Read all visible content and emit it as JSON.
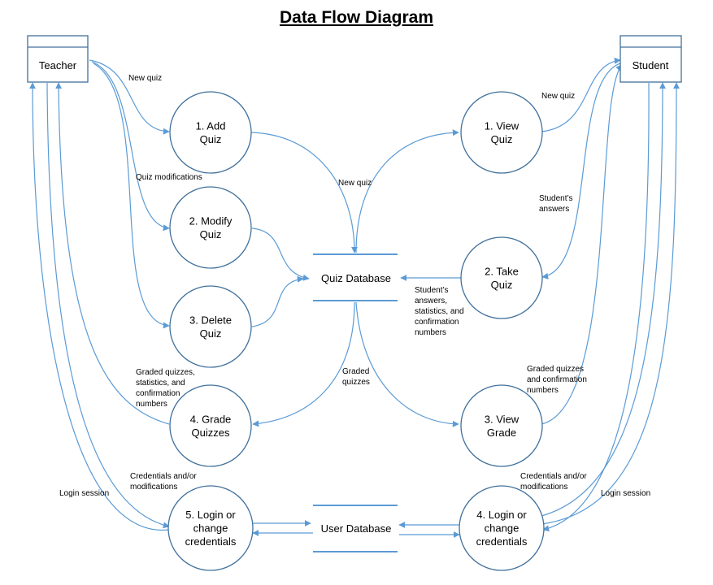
{
  "title": "Data Flow Diagram",
  "entities": {
    "teacher": "Teacher",
    "student": "Student"
  },
  "processes": {
    "add_quiz": [
      "1. Add",
      "Quiz"
    ],
    "modify_quiz": [
      "2. Modify",
      "Quiz"
    ],
    "delete_quiz": [
      "3. Delete",
      "Quiz"
    ],
    "grade_quizzes": [
      "4. Grade",
      "Quizzes"
    ],
    "teacher_login": [
      "5. Login or",
      "change",
      "credentials"
    ],
    "view_quiz": [
      "1. View",
      "Quiz"
    ],
    "take_quiz": [
      "2. Take",
      "Quiz"
    ],
    "view_grade": [
      "3. View",
      "Grade"
    ],
    "student_login": [
      "4. Login or",
      "change",
      "credentials"
    ]
  },
  "stores": {
    "quiz_db": "Quiz Database",
    "user_db": "User Database"
  },
  "flow_labels": {
    "new_quiz_teacher": [
      "New quiz"
    ],
    "quiz_modifications": [
      "Quiz modifications"
    ],
    "new_quiz_db": [
      "New quiz"
    ],
    "new_quiz_student": [
      "New quiz"
    ],
    "students_answers": [
      "Student’s",
      "answers"
    ],
    "answers_stats": [
      "Student’s",
      "answers,",
      "statistics, and",
      "confirmation",
      "numbers"
    ],
    "graded_teacher": [
      "Graded quizzes,",
      "statistics, and",
      "confirmation",
      "numbers"
    ],
    "graded_db": [
      "Graded",
      "quizzes"
    ],
    "graded_student": [
      "Graded quizzes",
      "and confirmation",
      "numbers"
    ],
    "credentials_teacher": [
      "Credentials and/or",
      "modifications"
    ],
    "credentials_student": [
      "Credentials and/or",
      "modifications"
    ],
    "login_session_teacher": [
      "Login session"
    ],
    "login_session_student": [
      "Login session"
    ]
  }
}
